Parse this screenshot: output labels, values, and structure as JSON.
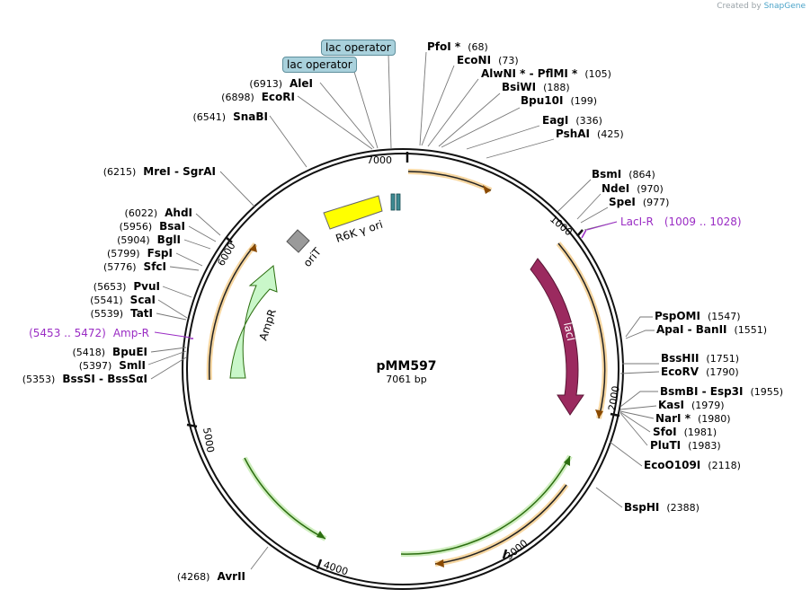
{
  "credit": {
    "prefix": "Created by",
    "brand": "SnapGene"
  },
  "plasmid": {
    "name": "pMM597",
    "length_label": "7061 bp",
    "length": 7061
  },
  "tick_labels": [
    "1000",
    "2000",
    "3000",
    "4000",
    "5000",
    "6000",
    "7000"
  ],
  "lac_operators": [
    "lac operator",
    "lac operator"
  ],
  "features": {
    "lacI": "lacI",
    "AmpR": "AmpR",
    "R6K_ori": "R6K γ ori",
    "oriT": "oriT"
  },
  "primers": [
    {
      "name": "LacI-R",
      "range": "(1009 .. 1028)"
    },
    {
      "name": "Amp-R",
      "range": "(5453 .. 5472)"
    }
  ],
  "right_sites": [
    {
      "names": "PfoI *",
      "pos": "(68)"
    },
    {
      "names": "EcoNI",
      "pos": "(73)"
    },
    {
      "names": "AlwNI *  -  PflMI *",
      "pos": "(105)"
    },
    {
      "names": "BsiWI",
      "pos": "(188)"
    },
    {
      "names": "Bpu10I",
      "pos": "(199)"
    },
    {
      "names": "EagI",
      "pos": "(336)"
    },
    {
      "names": "PshAI",
      "pos": "(425)"
    },
    {
      "names": "BsmI",
      "pos": "(864)"
    },
    {
      "names": "NdeI",
      "pos": "(970)"
    },
    {
      "names": "SpeI",
      "pos": "(977)"
    },
    {
      "names": "PspOMI",
      "pos": "(1547)"
    },
    {
      "names": "ApaI  -  BanII",
      "pos": "(1551)"
    },
    {
      "names": "BssHII",
      "pos": "(1751)"
    },
    {
      "names": "EcoRV",
      "pos": "(1790)"
    },
    {
      "names": "BsmBI  -  Esp3I",
      "pos": "(1955)"
    },
    {
      "names": "KasI",
      "pos": "(1979)"
    },
    {
      "names": "NarI *",
      "pos": "(1980)"
    },
    {
      "names": "SfoI",
      "pos": "(1981)"
    },
    {
      "names": "PluTI",
      "pos": "(1983)"
    },
    {
      "names": "EcoO109I",
      "pos": "(2118)"
    },
    {
      "names": "BspHI",
      "pos": "(2388)"
    }
  ],
  "left_sites": [
    {
      "names": "AleI",
      "pos": "(6913)"
    },
    {
      "names": "EcoRI",
      "pos": "(6898)"
    },
    {
      "names": "SnaBI",
      "pos": "(6541)"
    },
    {
      "names": "MreI  -  SgrAI",
      "pos": "(6215)"
    },
    {
      "names": "AhdI",
      "pos": "(6022)"
    },
    {
      "names": "BsaI",
      "pos": "(5956)"
    },
    {
      "names": "BglI",
      "pos": "(5904)"
    },
    {
      "names": "FspI",
      "pos": "(5799)"
    },
    {
      "names": "SfcI",
      "pos": "(5776)"
    },
    {
      "names": "PvuI",
      "pos": "(5653)"
    },
    {
      "names": "ScaI",
      "pos": "(5541)"
    },
    {
      "names": "TatI",
      "pos": "(5539)"
    },
    {
      "names": "BpuEI",
      "pos": "(5418)"
    },
    {
      "names": "SmlI",
      "pos": "(5397)"
    },
    {
      "names": "BssSI  -  BssSαI",
      "pos": "(5353)"
    },
    {
      "names": "AvrII",
      "pos": "(4268)"
    }
  ],
  "colors": {
    "backbone": "#111111",
    "orange_arc": "#f0a030",
    "green_arc": "#4caf28",
    "lacI": "#9b2a5f",
    "AmpR": "#c9f7c9",
    "R6K": "#ffff00",
    "oriT": "#9a9a9a",
    "primer": "#9a2cc4",
    "operator": "#a9d1dc"
  }
}
